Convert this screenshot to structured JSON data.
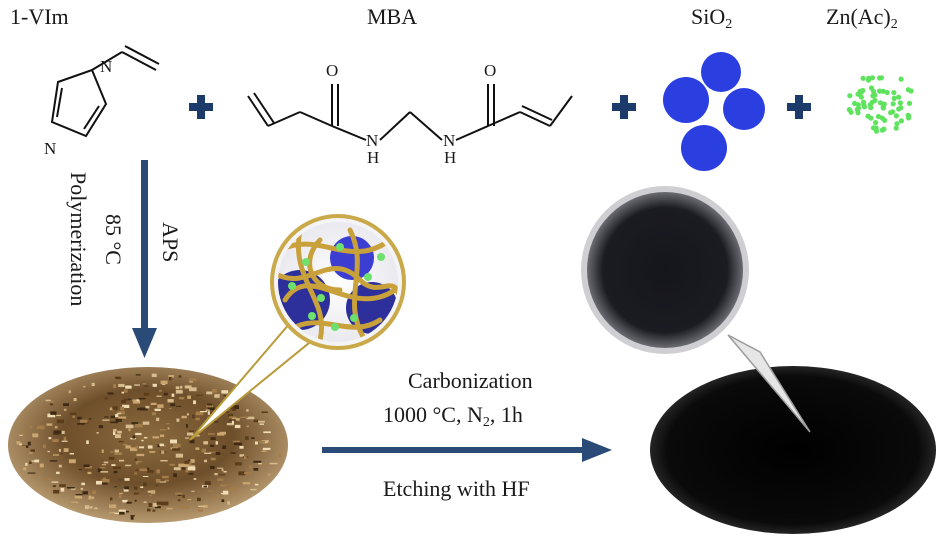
{
  "reagents": {
    "vim": "1-VIm",
    "mba": "MBA",
    "sio2": {
      "base": "SiO",
      "sub": "2"
    },
    "zn": {
      "base": "Zn(Ac)",
      "sub": "2"
    }
  },
  "atoms": {
    "n1": "N",
    "n2": "N",
    "nh1": "N",
    "h1": "H",
    "nh2": "N",
    "h2": "H",
    "o1": "O",
    "o2": "O"
  },
  "step1": {
    "agent": "APS",
    "temp": "85 °C",
    "name": "Polymerization"
  },
  "step2": {
    "line1": "Carbonization",
    "line2": {
      "pre": "1000 °C, N",
      "sub": "2",
      "post": ", 1h"
    },
    "line3": "Etching with HF"
  },
  "colors": {
    "arrow": "#2a4a78",
    "plus": "#1c3b6b",
    "silica": "#2b3fe0",
    "zinc": "#5fe35f",
    "polymer": "#b08a1f",
    "carbon": "#0b0b0b"
  }
}
